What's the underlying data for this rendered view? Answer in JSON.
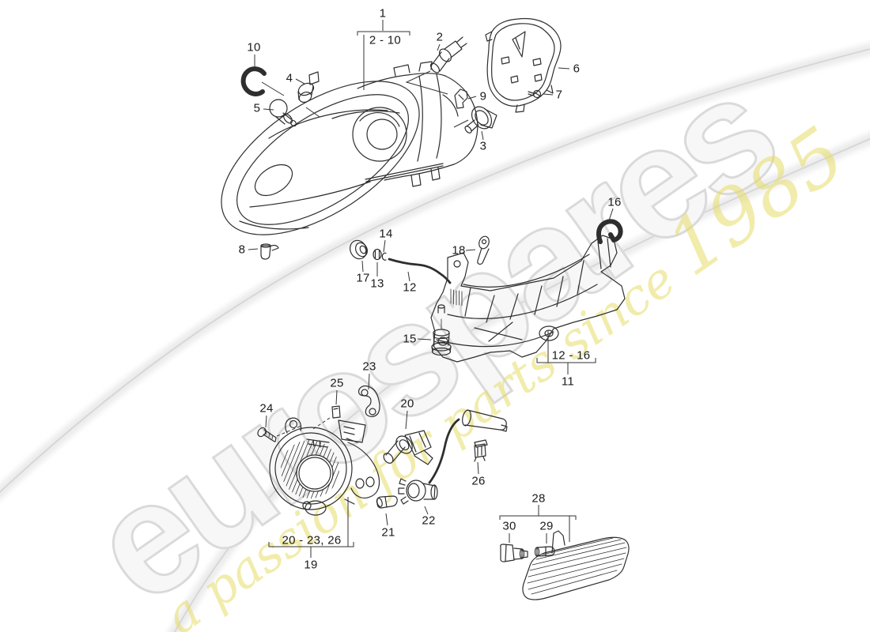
{
  "watermark": {
    "brand": "eurospares",
    "tagline": "a passion for parts since ",
    "tagline_year": "1985",
    "brand_fill": "#f7f7f7",
    "brand_stroke": "#dadada",
    "tagline_color": "#e6dd66"
  },
  "callouts": {
    "c1": "1",
    "c2_10": "2 - 10",
    "c2": "2",
    "c3": "3",
    "c4": "4",
    "c5": "5",
    "c6": "6",
    "c7": "7",
    "c8": "8",
    "c9": "9",
    "c10": "10",
    "c11": "11",
    "c12": "12",
    "c12_16": "12 - 16",
    "c13": "13",
    "c14": "14",
    "c15": "15",
    "c16": "16",
    "c17": "17",
    "c18": "18",
    "c19": "19",
    "c20": "20",
    "c20_23_26": "20 - 23, 26",
    "c21": "21",
    "c22": "22",
    "c23": "23",
    "c24": "24",
    "c25": "25",
    "c26": "26",
    "c28": "28",
    "c29": "29",
    "c30": "30"
  }
}
